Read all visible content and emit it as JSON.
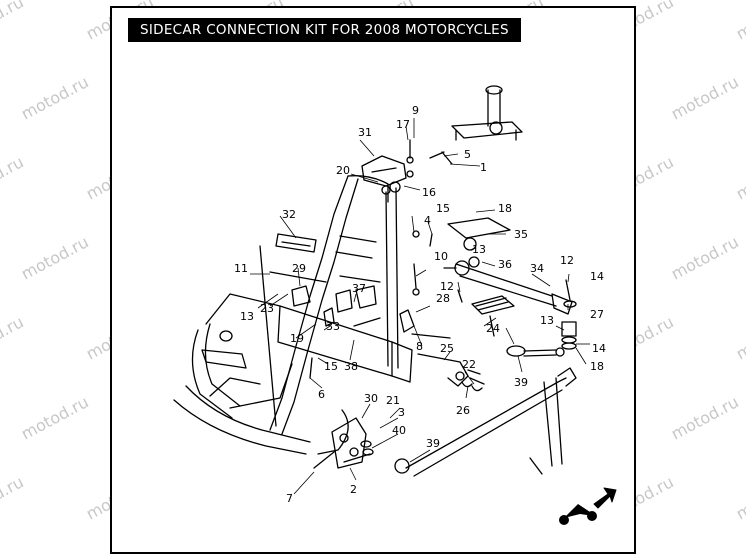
{
  "title": "SIDECAR CONNECTION KIT FOR 2008 MOTORCYCLES",
  "watermark_text": "motod.ru",
  "colors": {
    "ink": "#000000",
    "paper": "#ffffff",
    "watermark": "#c8c8c8"
  },
  "icons": {
    "nav": "arrow-right-icon",
    "logo": "motorcycle-icon"
  },
  "callouts": [
    "1",
    "2",
    "3",
    "4",
    "5",
    "6",
    "7",
    "8",
    "9",
    "10",
    "11",
    "12",
    "12",
    "13",
    "13",
    "13",
    "14",
    "14",
    "15",
    "15",
    "16",
    "17",
    "18",
    "18",
    "19",
    "20",
    "21",
    "22",
    "23",
    "24",
    "25",
    "26",
    "27",
    "28",
    "29",
    "30",
    "31",
    "32",
    "33",
    "34",
    "35",
    "36",
    "37",
    "38",
    "39",
    "39",
    "40"
  ]
}
